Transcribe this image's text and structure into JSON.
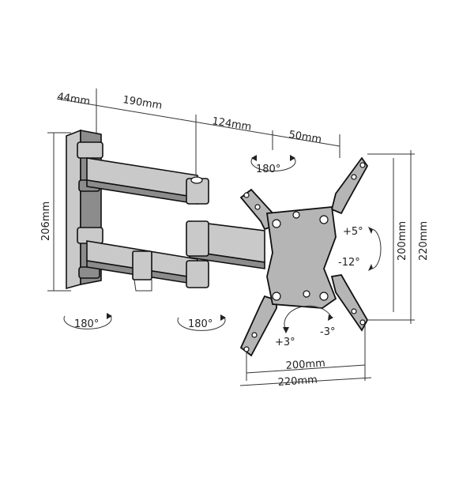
{
  "dimensions": {
    "wall_depth": "44mm",
    "arm1": "190mm",
    "arm2": "124mm",
    "offset": "50mm",
    "wall_height": "206mm",
    "vesa_height_inner": "200mm",
    "vesa_height_outer": "220mm",
    "vesa_width_inner": "200mm",
    "vesa_width_outer": "220mm"
  },
  "rotations": {
    "top_swivel": "180°",
    "bottom_left_swivel": "180°",
    "bottom_mid_swivel": "180°"
  },
  "tilt": {
    "up": "+5°",
    "down": "-12°"
  },
  "level": {
    "plus": "+3°",
    "minus": "-3°"
  },
  "colors": {
    "line": "#333333",
    "metal_light": "#c9c9c9",
    "metal_dark": "#8c8c8c",
    "plate": "#b5b5b5"
  }
}
